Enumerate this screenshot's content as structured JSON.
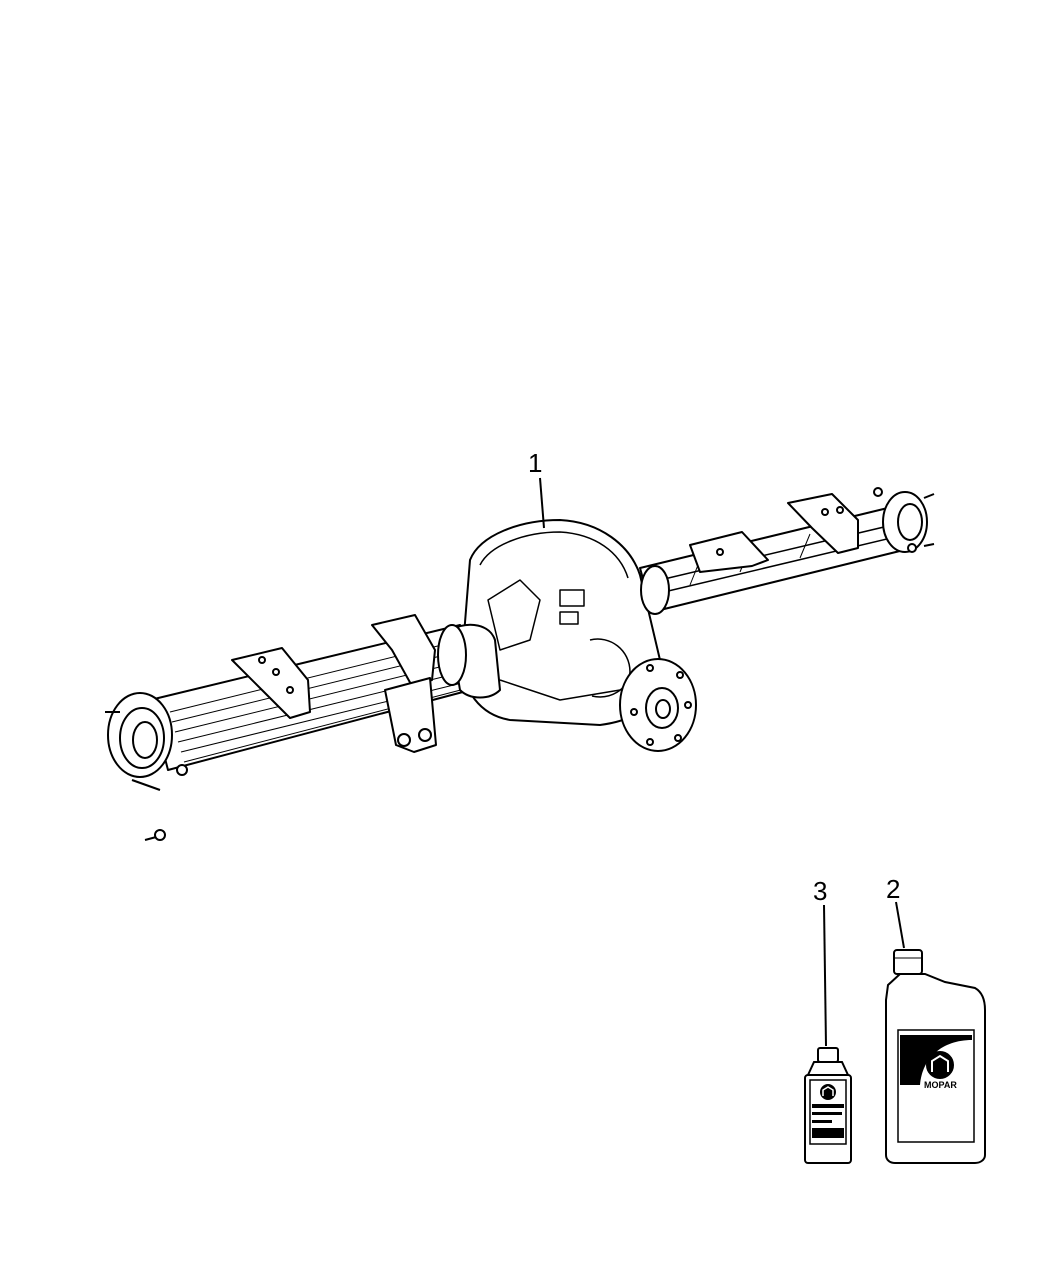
{
  "callouts": {
    "axle": "1",
    "quart_bottle": "2",
    "small_bottle": "3"
  },
  "labels": {
    "quart_bottle_brand": "MOPAR"
  },
  "colors": {
    "line": "#000000",
    "background": "#ffffff"
  }
}
